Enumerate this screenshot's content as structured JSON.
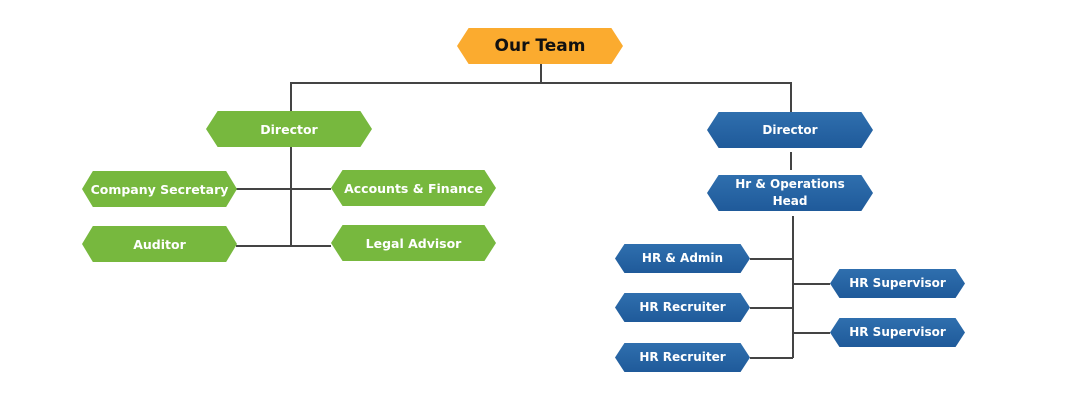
{
  "title": "Our Team",
  "left_branch": {
    "head": "Director",
    "members": [
      "Company Secretary",
      "Accounts & Finance",
      "Auditor",
      "Legal Advisor"
    ]
  },
  "right_branch": {
    "head": "Director",
    "sub_head": "Hr & Operations Head",
    "members": [
      "HR & Admin",
      "HR Recruiter",
      "HR Recruiter",
      "HR Supervisor",
      "HR Supervisor"
    ]
  },
  "colors": {
    "root": "#fbab2f",
    "left": "#77b83e",
    "right": "#1f5a9a",
    "connector": "#444444"
  }
}
